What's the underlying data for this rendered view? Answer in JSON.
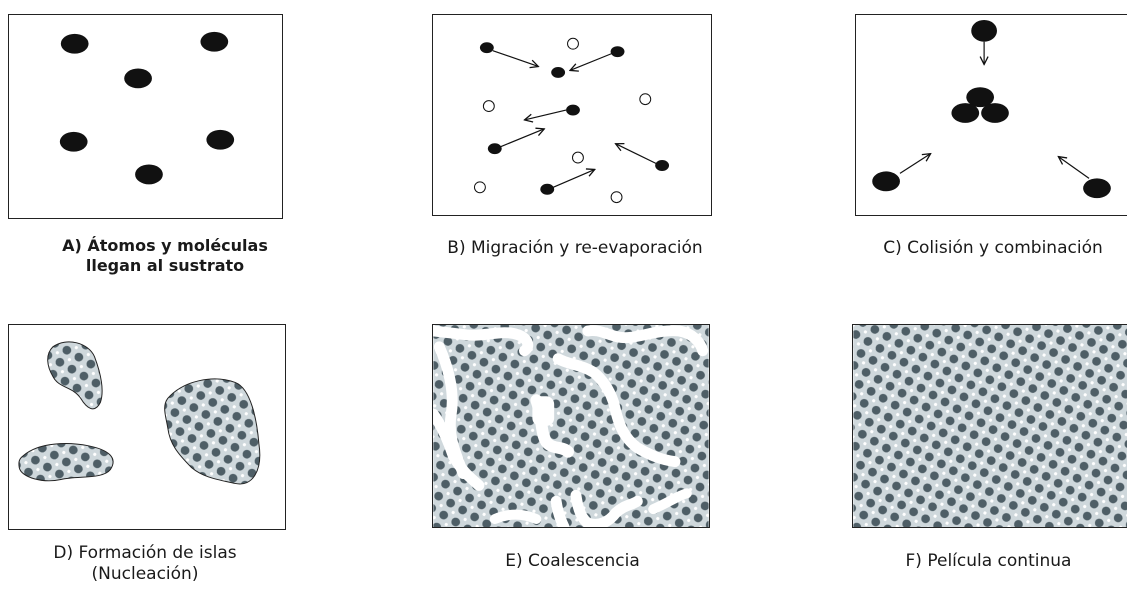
{
  "figure": {
    "panels": [
      {
        "id": "A",
        "caption": "A) Átomos y moléculas llegan al sustrato"
      },
      {
        "id": "B",
        "caption": "B) Migración y re-evaporación"
      },
      {
        "id": "C",
        "caption": "C) Colisión y combinación"
      },
      {
        "id": "D",
        "caption": "D) Formación de islas (Nucleación)"
      },
      {
        "id": "E",
        "caption": "E) Coalescencia"
      },
      {
        "id": "F",
        "caption": "F) Película continua"
      }
    ]
  },
  "colors": {
    "atom": "#111111",
    "film": "#4e5e66",
    "film_background": "#cfd8dc",
    "border": "#222222"
  }
}
